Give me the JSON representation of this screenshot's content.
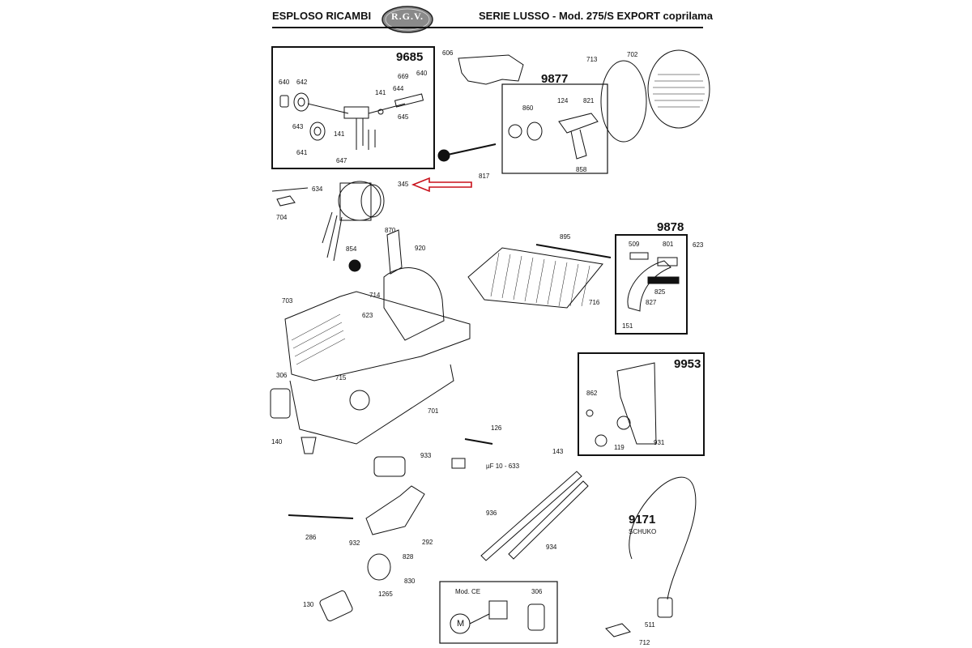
{
  "header": {
    "left_title": "ESPLOSO RICAMBI",
    "logo_text": "R.G.V.",
    "right_title": "SERIE LUSSO - Mod. 275/S EXPORT coprilama"
  },
  "groups": [
    {
      "id": "9685"
    },
    {
      "id": "9877"
    },
    {
      "id": "9878"
    },
    {
      "id": "9953"
    },
    {
      "id": "9171",
      "subtitle": "SCHUKO"
    }
  ],
  "inset": {
    "title": "Mod. CE",
    "motor_symbol": "M",
    "part": "306"
  },
  "callouts": {
    "p640a": "640",
    "p642": "642",
    "p669": "669",
    "p640b": "640",
    "p644": "644",
    "p141a": "141",
    "p645": "645",
    "p643": "643",
    "p141b": "141",
    "p641": "641",
    "p647": "647",
    "p606": "606",
    "p713": "713",
    "p702": "702",
    "p124": "124",
    "p821": "821",
    "p860": "860",
    "p858": "858",
    "p817": "817",
    "p634": "634",
    "p345": "345",
    "p704": "704",
    "p870": "870",
    "p854": "854",
    "p920": "920",
    "p895": "895",
    "p509": "509",
    "p801": "801",
    "p623a": "623",
    "p825": "825",
    "p827": "827",
    "p151": "151",
    "p716": "716",
    "p703": "703",
    "p714": "714",
    "p623b": "623",
    "p715": "715",
    "p306a": "306",
    "p701": "701",
    "p862": "862",
    "p119": "119",
    "p931": "931",
    "p126": "126",
    "p140": "140",
    "p933": "933",
    "p143": "143",
    "p633": "µF 10 - 633",
    "p936": "936",
    "p286": "286",
    "p932": "932",
    "p292": "292",
    "p828": "828",
    "p934": "934",
    "p830": "830",
    "p1265": "1265",
    "p130": "130",
    "p511": "511",
    "p712": "712"
  }
}
